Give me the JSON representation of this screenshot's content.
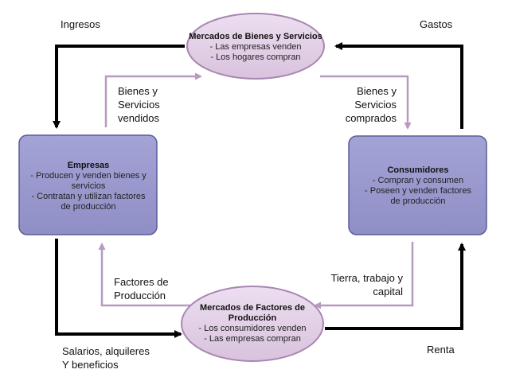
{
  "colors": {
    "ellipse_fill": "#e2cfe4",
    "ellipse_stroke": "#a886b0",
    "box_fill": "#9999cf",
    "box_stroke": "#5c5c9a",
    "outer_arrow": "#000000",
    "inner_arrow": "#b79ac0"
  },
  "goods_market": {
    "title": "Mercados de Bienes y Servicios",
    "items": [
      "- Las empresas venden",
      "- Los hogares compran"
    ]
  },
  "factor_market": {
    "title_lines": [
      "Mercados de Factores de",
      "Producción"
    ],
    "items": [
      "- Los consumidores venden",
      "- Las empresas compran"
    ]
  },
  "firms": {
    "title": "Empresas",
    "lines": [
      "- Producen y venden bienes y",
      "servicios",
      "- Contratan y utilizan factores",
      "de producción"
    ]
  },
  "consumers": {
    "title": "Consumidores",
    "lines": [
      "- Compran y consumen",
      "- Poseen y venden factores",
      "de producción"
    ]
  },
  "labels": {
    "ingresos": "Ingresos",
    "gastos": "Gastos",
    "bienes_vendidos": [
      "Bienes y",
      "Servicios",
      "vendidos"
    ],
    "bienes_comprados": [
      "Bienes y",
      "Servicios",
      "comprados"
    ],
    "factores": [
      "Factores de",
      "Producción"
    ],
    "tierra": [
      "Tierra, trabajo y",
      "capital"
    ],
    "salarios": [
      "Salarios, alquileres",
      "Y beneficios"
    ],
    "renta": "Renta"
  }
}
